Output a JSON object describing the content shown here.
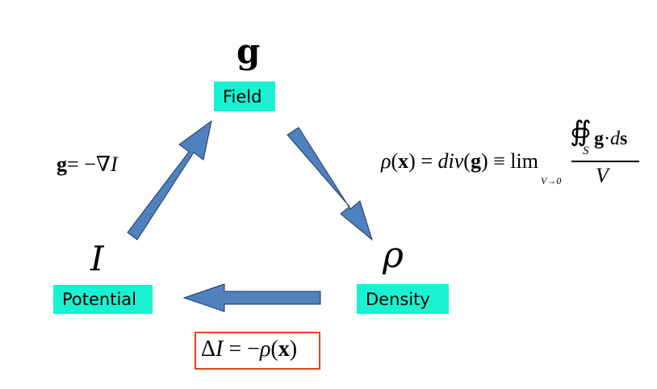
{
  "nodes": {
    "field": {
      "symbol": "g",
      "label": "Field"
    },
    "potential": {
      "symbol": "I",
      "label": "Potential"
    },
    "density": {
      "symbol": "ρ",
      "label": "Density"
    }
  },
  "equations": {
    "gradient": {
      "lhs": "g",
      "eq": "= −∇",
      "var": "I"
    },
    "divergence": {
      "rho": "ρ",
      "x_arg": "(x)",
      "eq1": " = ",
      "div": "div",
      "g_arg_open": "(",
      "g_arg": "g",
      "g_arg_close": ")",
      "eq2": " ≡ ",
      "lim": "lim",
      "lim_sub": "V→0",
      "integral": "∯",
      "int_sub": "S",
      "num_g": "g",
      "num_dot": "·",
      "num_d": "d",
      "num_s": "s",
      "den": "V"
    },
    "poisson": {
      "delta": "Δ",
      "var": "I",
      "eq": " = −",
      "rho": "ρ",
      "arg": "(x)"
    }
  },
  "colors": {
    "arrow_fill": "#4f81bd",
    "arrow_stroke": "#1f3864",
    "label_bg": "#19f2d2",
    "box_border": "#e2461a"
  }
}
